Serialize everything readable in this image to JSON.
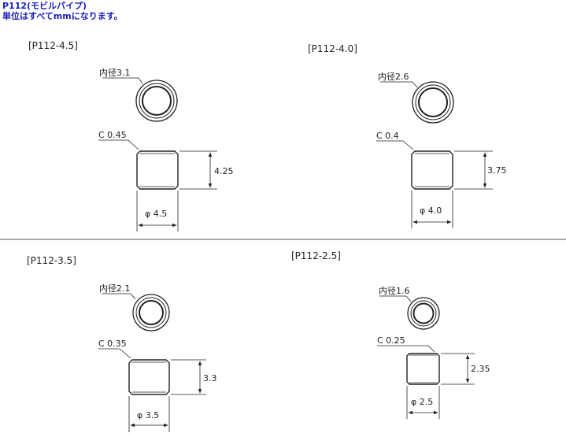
{
  "header": {
    "title": "P112(モビルパイプ)",
    "subtitle": "単位はすべてmmになります。"
  },
  "parts": [
    {
      "label": "[P112-4.5]",
      "inner_label": "内径3.1",
      "chamfer_label": "C 0.45",
      "height_label": "4.25",
      "diameter_label": "φ 4.5"
    },
    {
      "label": "[P112-4.0]",
      "inner_label": "内径2.6",
      "chamfer_label": "C 0.4",
      "height_label": "3.75",
      "diameter_label": "φ 4.0"
    },
    {
      "label": "[P112-3.5]",
      "inner_label": "内径2.1",
      "chamfer_label": "C 0.35",
      "height_label": "3.3",
      "diameter_label": "φ 3.5"
    },
    {
      "label": "[P112-2.5]",
      "inner_label": "内径1.6",
      "chamfer_label": "C 0.25",
      "height_label": "2.35",
      "diameter_label": "φ 2.5"
    }
  ],
  "colors": {
    "header_text": "#1a1fb4",
    "line": "#222222",
    "divider": "#555555"
  }
}
